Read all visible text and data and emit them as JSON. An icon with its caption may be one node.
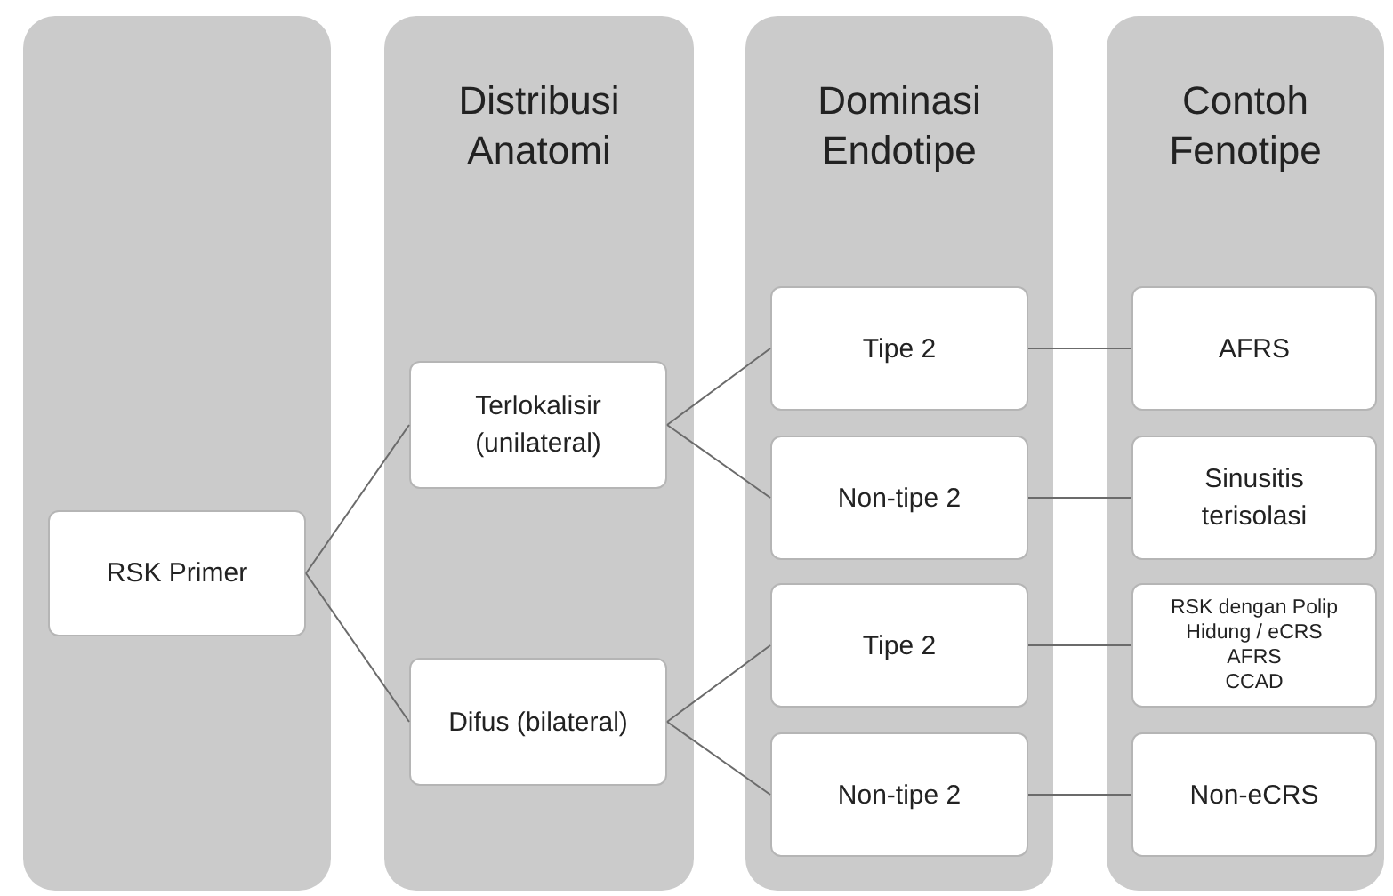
{
  "diagram": {
    "nodes": [
      {
        "text": [],
        "shape": "box"
      },
      {
        "text": [
          "Distribusi Anatomi"
        ]
      },
      {
        "text": [
          "Dominasi Endotipe"
        ]
      },
      {
        "text": [
          "Contoh Fenotipe"
        ]
      },
      {
        "text": [
          "RSK Primer"
        ],
        "in": 0
      },
      {
        "text": [
          "Terlokalisir (unilateral)"
        ],
        "in": 1
      },
      {
        "text": [
          "Difus (bilateral)"
        ],
        "in": 1
      },
      {
        "text": [
          "Tipe 2"
        ],
        "in": 2
      },
      {
        "text": [
          "Non-tipe 2"
        ],
        "in": 2
      },
      {
        "text": [
          "Tipe 2"
        ],
        "in": 2
      },
      {
        "text": [
          "Non-tipe 2"
        ],
        "in": 2
      },
      {
        "text": [
          "AFRS"
        ],
        "in": 3
      },
      {
        "text": [
          "Sinusitis terisolasi"
        ],
        "in": 3
      },
      {
        "text": [
          "RSK dengan Polip Hidung / eCRS",
          "AFRS",
          "CCAD"
        ],
        "in": 3
      },
      {
        "text": [
          "Non-eCRS"
        ],
        "in": 3
      }
    ],
    "edges": [
      {
        "from": 4,
        "to": 5,
        "arrow": "none"
      },
      {
        "from": 4,
        "to": 6,
        "arrow": "none"
      },
      {
        "from": 5,
        "to": 7,
        "arrow": "none"
      },
      {
        "from": 5,
        "to": 8,
        "arrow": "none"
      },
      {
        "from": 6,
        "to": 9,
        "arrow": "none"
      },
      {
        "from": 6,
        "to": 10,
        "arrow": "none"
      },
      {
        "from": 7,
        "to": 11,
        "arrow": "none"
      },
      {
        "from": 8,
        "to": 12,
        "arrow": "none"
      },
      {
        "from": 9,
        "to": 13,
        "arrow": "none"
      },
      {
        "from": 10,
        "to": 14,
        "arrow": "none"
      }
    ]
  }
}
